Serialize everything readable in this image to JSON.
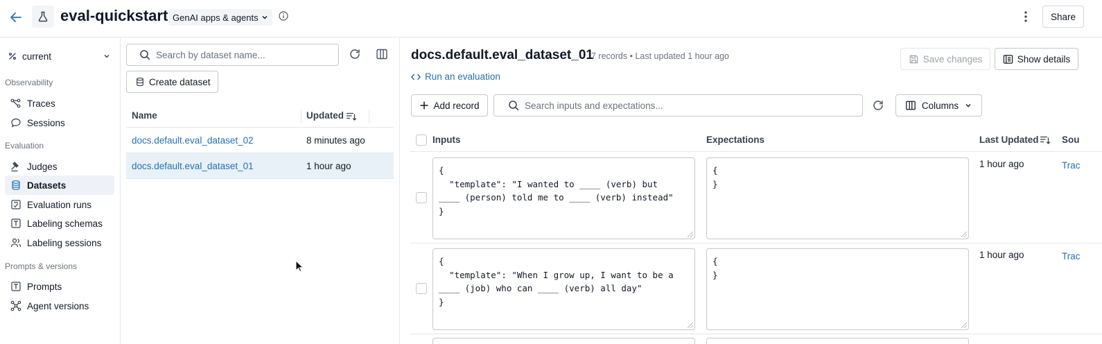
{
  "header": {
    "title": "eval-quickstart",
    "workspace_chip": "GenAI apps & agents",
    "share_label": "Share"
  },
  "sidebar": {
    "env_label": "current",
    "sections": {
      "observability": "Observability",
      "evaluation": "Evaluation",
      "prompts": "Prompts & versions"
    },
    "items": {
      "traces": "Traces",
      "sessions": "Sessions",
      "judges": "Judges",
      "datasets": "Datasets",
      "evaluation_runs": "Evaluation runs",
      "labeling_schemas": "Labeling schemas",
      "labeling_sessions": "Labeling sessions",
      "prompts": "Prompts",
      "agent_versions": "Agent versions"
    },
    "active_item": "Datasets"
  },
  "datasets_list": {
    "search_placeholder": "Search by dataset name...",
    "create_label": "Create dataset",
    "columns": {
      "name": "Name",
      "updated": "Updated"
    },
    "rows": [
      {
        "name": "docs.default.eval_dataset_02",
        "updated": "8 minutes ago"
      },
      {
        "name": "docs.default.eval_dataset_01",
        "updated": "1 hour ago"
      }
    ],
    "selected_index": 1
  },
  "dataset_detail": {
    "title": "docs.default.eval_dataset_01",
    "records": "7 records",
    "last_updated": "Last updated 1 hour ago",
    "save_label": "Save changes",
    "details_label": "Show details",
    "run_label": "Run an evaluation",
    "add_record_label": "Add record",
    "search_placeholder": "Search inputs and expectations...",
    "columns_label": "Columns",
    "table_headers": {
      "inputs": "Inputs",
      "expectations": "Expectations",
      "last_updated": "Last Updated",
      "source": "Sou"
    },
    "records_rows": [
      {
        "inputs": "{\n  \"template\": \"I wanted to ____ (verb) but\n____ (person) told me to ____ (verb) instead\"\n}",
        "expectations": "{\n}",
        "last_updated": "1 hour ago",
        "source": "Trac"
      },
      {
        "inputs": "{\n  \"template\": \"When I grow up, I want to be a\n____ (job) who can ____ (verb) all day\"\n}",
        "expectations": "{\n}",
        "last_updated": "1 hour ago",
        "source": "Trac"
      }
    ]
  },
  "colors": {
    "link": "#2272b4",
    "active_bg": "#eef2f7",
    "selected_row_bg": "#e8f0f8",
    "border": "#e5e7eb"
  }
}
